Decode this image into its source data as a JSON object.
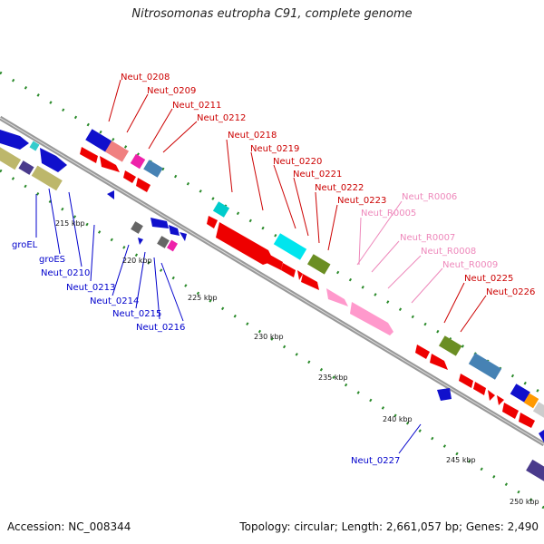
{
  "title": "Nitrosomonas eutropha C91, complete genome",
  "footer": {
    "accession": "Accession: NC_008344",
    "summary": "Topology: circular; Length: 2,661,057 bp; Genes: 2,490"
  },
  "colors": {
    "top_label": "#cc0000",
    "bottom_label": "#0000cc",
    "rna_label": "#ee88bb",
    "backbone": "#999999",
    "tick": "#2a8a2a"
  },
  "diagram": {
    "top_labels": [
      "Neut_0208",
      "Neut_0209",
      "Neut_0211",
      "Neut_0212",
      "Neut_0218",
      "Neut_0219",
      "Neut_0220",
      "Neut_0221",
      "Neut_0222",
      "Neut_0223",
      "Neut_0225",
      "Neut_0226"
    ],
    "rna_labels": [
      "Neut_R0006",
      "Neut_R0005",
      "Neut_R0007",
      "Neut_R0008",
      "Neut_R0009"
    ],
    "bottom_labels": [
      "groEL",
      "groES",
      "Neut_0210",
      "Neut_0213",
      "Neut_0214",
      "Neut_0215",
      "Neut_0216",
      "Neut_0227"
    ],
    "ticks": [
      "215 kbp",
      "220 kbp",
      "225 kbp",
      "230 kbp",
      "235 kbp",
      "240 kbp",
      "245 kbp",
      "250 kbp"
    ]
  }
}
